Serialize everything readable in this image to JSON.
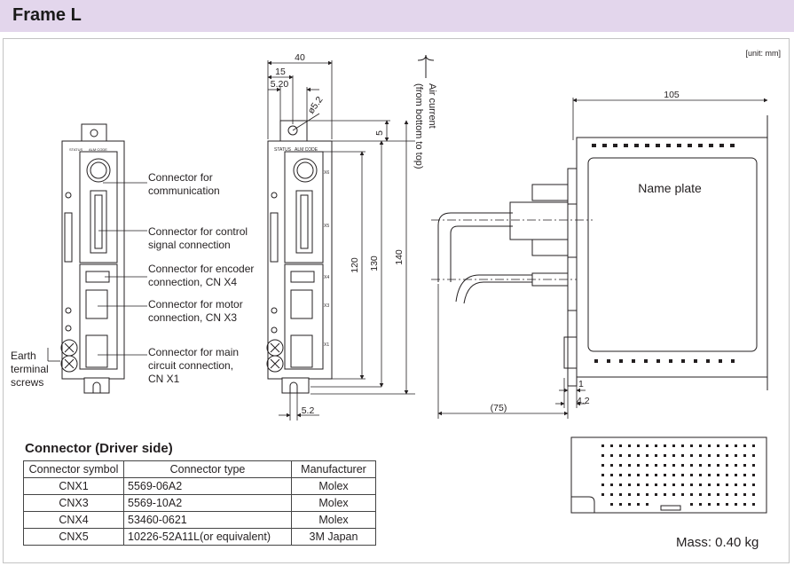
{
  "header": {
    "title": "Frame L"
  },
  "unit_note": "[unit: mm]",
  "front_view": {
    "labels": {
      "communication": [
        "Connector for",
        "communication"
      ],
      "control_signal": [
        "Connector for control",
        "signal connection"
      ],
      "encoder": [
        "Connector for encoder",
        "connection, CN X4"
      ],
      "motor": [
        "Connector for motor",
        "connection, CN X3"
      ],
      "main_circuit": [
        "Connector for main",
        "circuit connection,",
        "CN X1"
      ],
      "earth": [
        "Earth",
        "terminal",
        "screws"
      ]
    },
    "panel_marks": {
      "status": "STATUS",
      "alm": "ALM CODE",
      "x6": "X6",
      "x5": "X5",
      "x4": "X4",
      "x3": "X3",
      "x1": "X1"
    }
  },
  "dimensions": {
    "width": "40",
    "d15": "15",
    "d520": "5.20",
    "hole": "ø5.2",
    "d5": "5",
    "h120": "120",
    "h130": "130",
    "h140": "140",
    "bottom": "5.2",
    "depth": "105",
    "d75": "(75)",
    "d1": "1",
    "d42": "4.2"
  },
  "air_current": [
    "Air current",
    "(from bottom to top)"
  ],
  "name_plate": "Name plate",
  "connector_table": {
    "title": "Connector (Driver side)",
    "headers": [
      "Connector symbol",
      "Connector type",
      "Manufacturer"
    ],
    "rows": [
      {
        "symbol": "CNX1",
        "type": "5569-06A2",
        "manufacturer": "Molex"
      },
      {
        "symbol": "CNX3",
        "type": "5569-10A2",
        "manufacturer": "Molex"
      },
      {
        "symbol": "CNX4",
        "type": "53460-0621",
        "manufacturer": "Molex"
      },
      {
        "symbol": "CNX5",
        "type": "10226-52A11L(or equivalent)",
        "manufacturer": "3M Japan"
      }
    ]
  },
  "mass": "Mass: 0.40 kg"
}
